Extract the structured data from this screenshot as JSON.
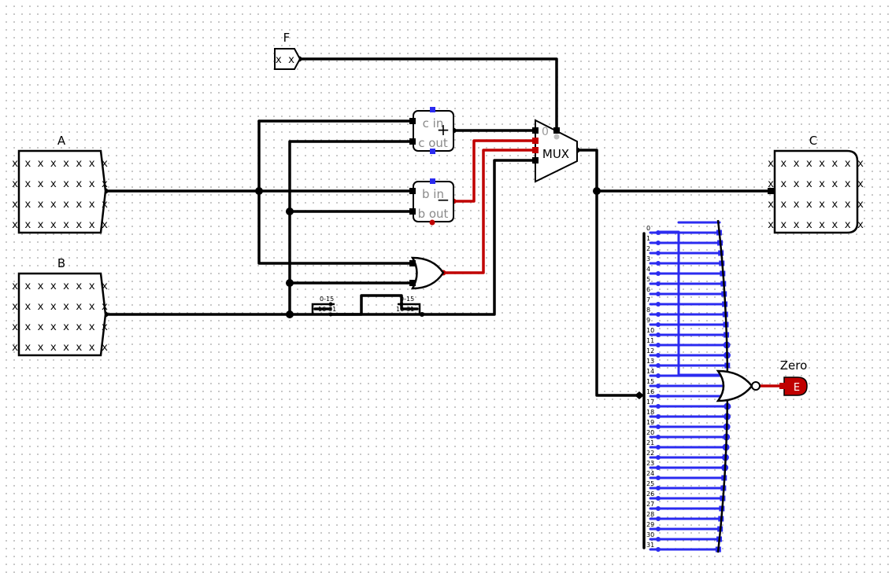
{
  "pins": {
    "f": {
      "label": "F",
      "value": "x x"
    },
    "a": {
      "label": "A",
      "rows": [
        "xxxxxxxx",
        "xxxxxxxx",
        "xxxxxxxx",
        "xxxxxxxx"
      ]
    },
    "b": {
      "label": "B",
      "rows": [
        "xxxxxxxx",
        "xxxxxxxx",
        "xxxxxxxx",
        "xxxxxxxx"
      ]
    },
    "c": {
      "label": "C",
      "rows": [
        "xxxxxxxx",
        "xxxxxxxx",
        "xxxxxxxx",
        "xxxxxxxx"
      ]
    }
  },
  "adder": {
    "cin": "c in",
    "cout": "c out",
    "op": "+"
  },
  "subtractor": {
    "bin": "b in",
    "bout": "b out",
    "op": "−"
  },
  "mux": {
    "label": "MUX",
    "select0": "0"
  },
  "splitters": {
    "range_low": "0-15",
    "range_high": "16-31"
  },
  "bus_bits": [
    "0",
    "1",
    "2",
    "3",
    "4",
    "5",
    "6",
    "7",
    "8",
    "9",
    "10",
    "11",
    "12",
    "13",
    "14",
    "15",
    "16",
    "17",
    "18",
    "19",
    "20",
    "21",
    "22",
    "23",
    "24",
    "25",
    "26",
    "27",
    "28",
    "29",
    "30",
    "31"
  ],
  "zero_output": {
    "label": "Zero",
    "value": "E"
  },
  "colors": {
    "wire": "#000000",
    "error": "#c00000",
    "bits": "#2b2bf0",
    "dot_grid": "#b9b9b9"
  }
}
